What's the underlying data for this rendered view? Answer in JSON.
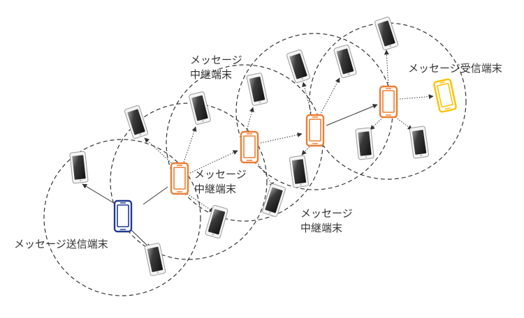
{
  "labels": {
    "sender": "メッセージ送信端末",
    "receiver": "メッセージ受信端末",
    "relay1": [
      "メッセージ",
      "中継端末"
    ],
    "relay2": [
      "メッセージ",
      "中継端末"
    ],
    "relay3": [
      "メッセージ",
      "中継端末"
    ]
  },
  "colors": {
    "sender": "#1f3a93",
    "relay": "#ed7d31",
    "receiver": "#ffc000",
    "neighbor": "#262626",
    "circle": "#333333"
  }
}
